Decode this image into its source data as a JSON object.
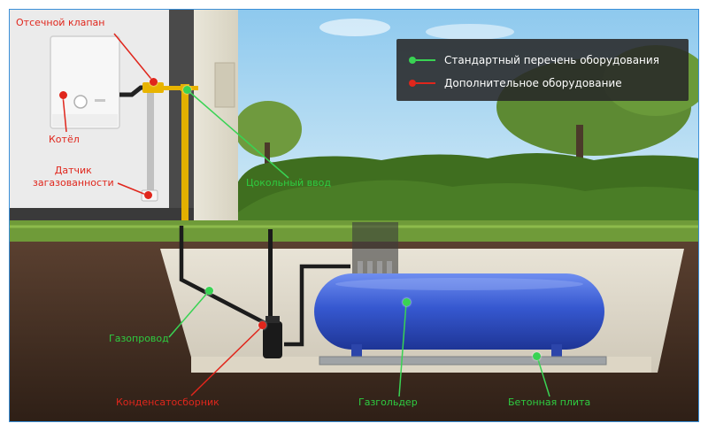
{
  "labels": {
    "shutoff_valve": "Отсечной клапан",
    "boiler": "Котёл",
    "gas_sensor": "Датчик\nзагазованности",
    "plinth_input": "Цокольный ввод",
    "gas_pipe": "Газопровод",
    "condensate_collector": "Конденсатосборник",
    "gas_holder": "Газгольдер",
    "concrete_slab": "Бетонная плита"
  },
  "legend": {
    "standard": "Стандартный перечень оборудования",
    "additional": "Дополнительное оборудование"
  },
  "colors": {
    "standard": "#39d353",
    "additional": "#e0261c",
    "tank": "#3b5fd6",
    "frame": "#3a8fd8"
  }
}
